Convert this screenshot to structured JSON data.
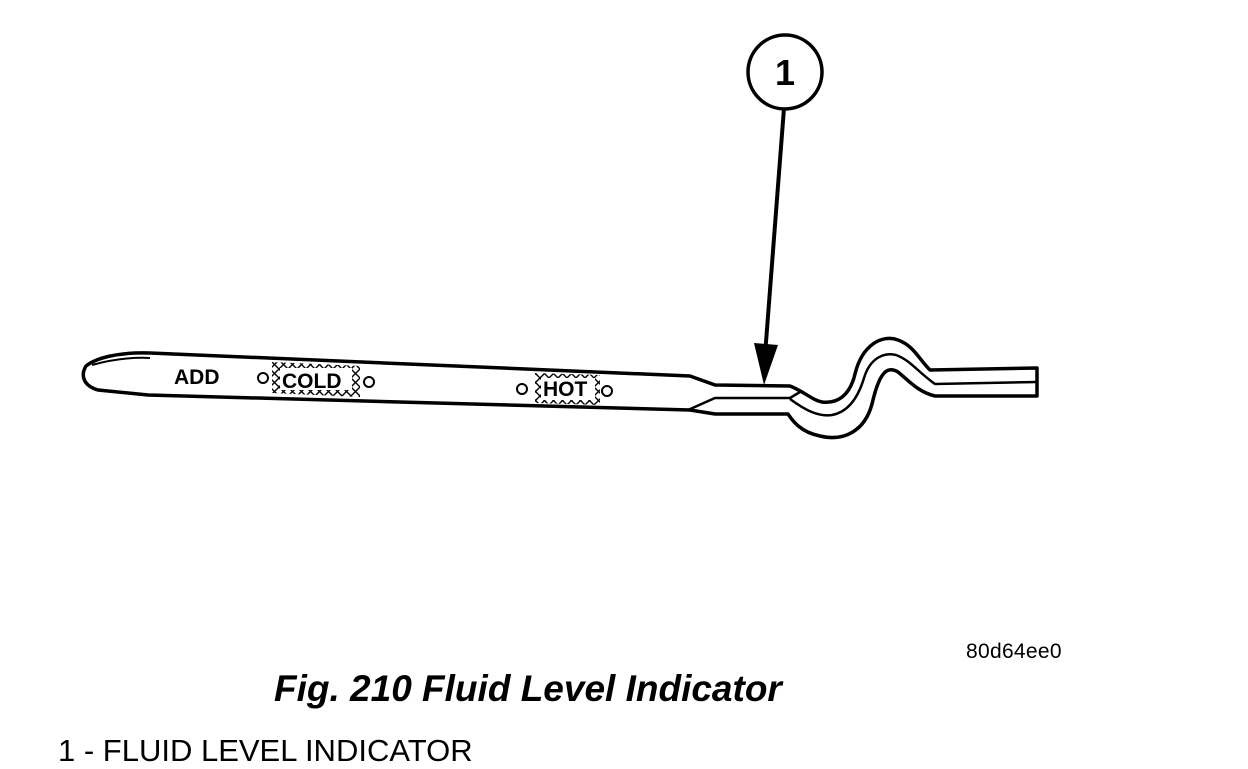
{
  "diagram": {
    "markings": {
      "add": "ADD",
      "cold": "COLD",
      "hot": "HOT"
    },
    "callout_number": "1",
    "image_code": "80d64ee0"
  },
  "caption": {
    "title": "Fig. 210 Fluid Level Indicator"
  },
  "legend": [
    {
      "number": "1",
      "text": "1 - FLUID LEVEL INDICATOR"
    }
  ]
}
